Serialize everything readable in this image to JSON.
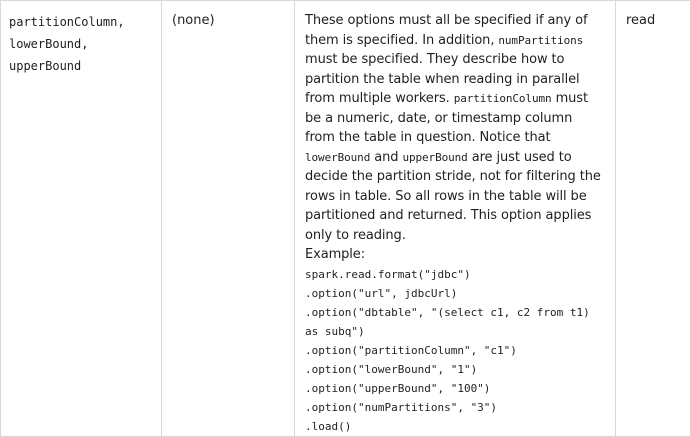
{
  "row": {
    "name": "partitionColumn, lowerBound, upperBound",
    "default": "(none)",
    "description": {
      "seg1": "These options must all be specified if any of them is specified. In addition, ",
      "code1": "numPartitions",
      "seg2": " must be specified. They describe how to partition the table when reading in parallel from multiple workers. ",
      "code2": "partitionColumn",
      "seg3": " must be a numeric, date, or timestamp column from the table in question. Notice that ",
      "code3": "lowerBound",
      "seg4": " and ",
      "code4": "upperBound",
      "seg5": " are just used to decide the partition stride, not for filtering the rows in table. So all rows in the table will be partitioned and returned. This option applies only to reading.",
      "example_label": "Example:",
      "code_lines": [
        "spark.read.format(\"jdbc\")",
        ".option(\"url\", jdbcUrl)",
        ".option(\"dbtable\", \"(select c1, c2 from t1) as subq\")",
        ".option(\"partitionColumn\", \"c1\")",
        ".option(\"lowerBound\", \"1\")",
        ".option(\"upperBound\", \"100\")",
        ".option(\"numPartitions\", \"3\")",
        ".load()"
      ]
    },
    "scope": "read"
  }
}
